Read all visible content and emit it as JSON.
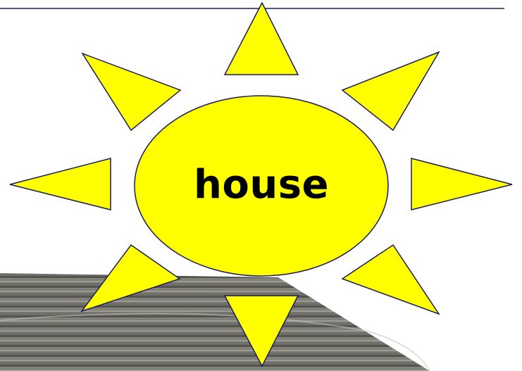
{
  "diagram": {
    "type": "sun-word-diagram",
    "center_word": "house",
    "ray_count": 8,
    "colors": {
      "fill": "#ffff00",
      "outline": "#1a1a5e",
      "text": "#000000",
      "top_rule": "#1a1a5e",
      "floor_dark": "#5a5a55",
      "floor_light": "#9a9a92"
    }
  }
}
